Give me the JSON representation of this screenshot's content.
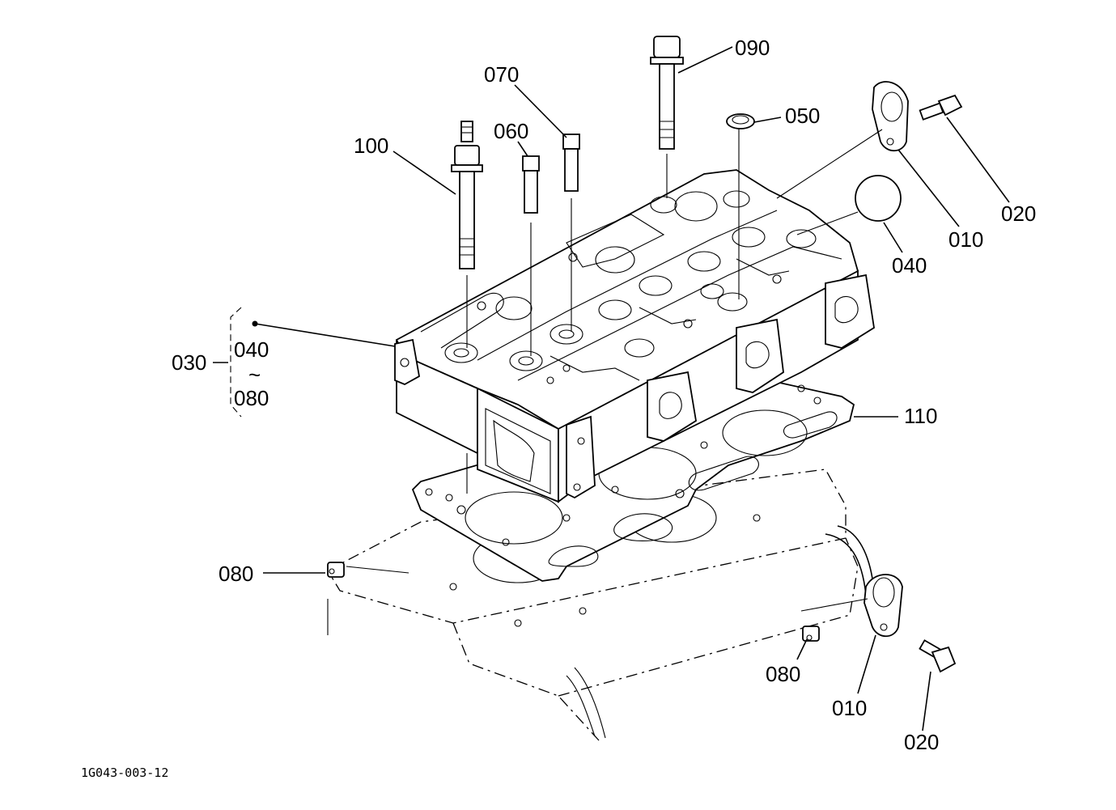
{
  "diagram": {
    "drawing_code": "1G043-003-12",
    "callouts": {
      "c090": "090",
      "c070": "070",
      "c060": "060",
      "c050": "050",
      "c100": "100",
      "c020_top": "020",
      "c010_top": "010",
      "c040": "040",
      "c110": "110",
      "c080_left": "080",
      "c080_bottom": "080",
      "c010_bottom": "010",
      "c020_bottom": "020"
    },
    "assembly_group": {
      "code": "030",
      "range_from": "040",
      "range_sep": "~",
      "range_to": "080"
    }
  }
}
